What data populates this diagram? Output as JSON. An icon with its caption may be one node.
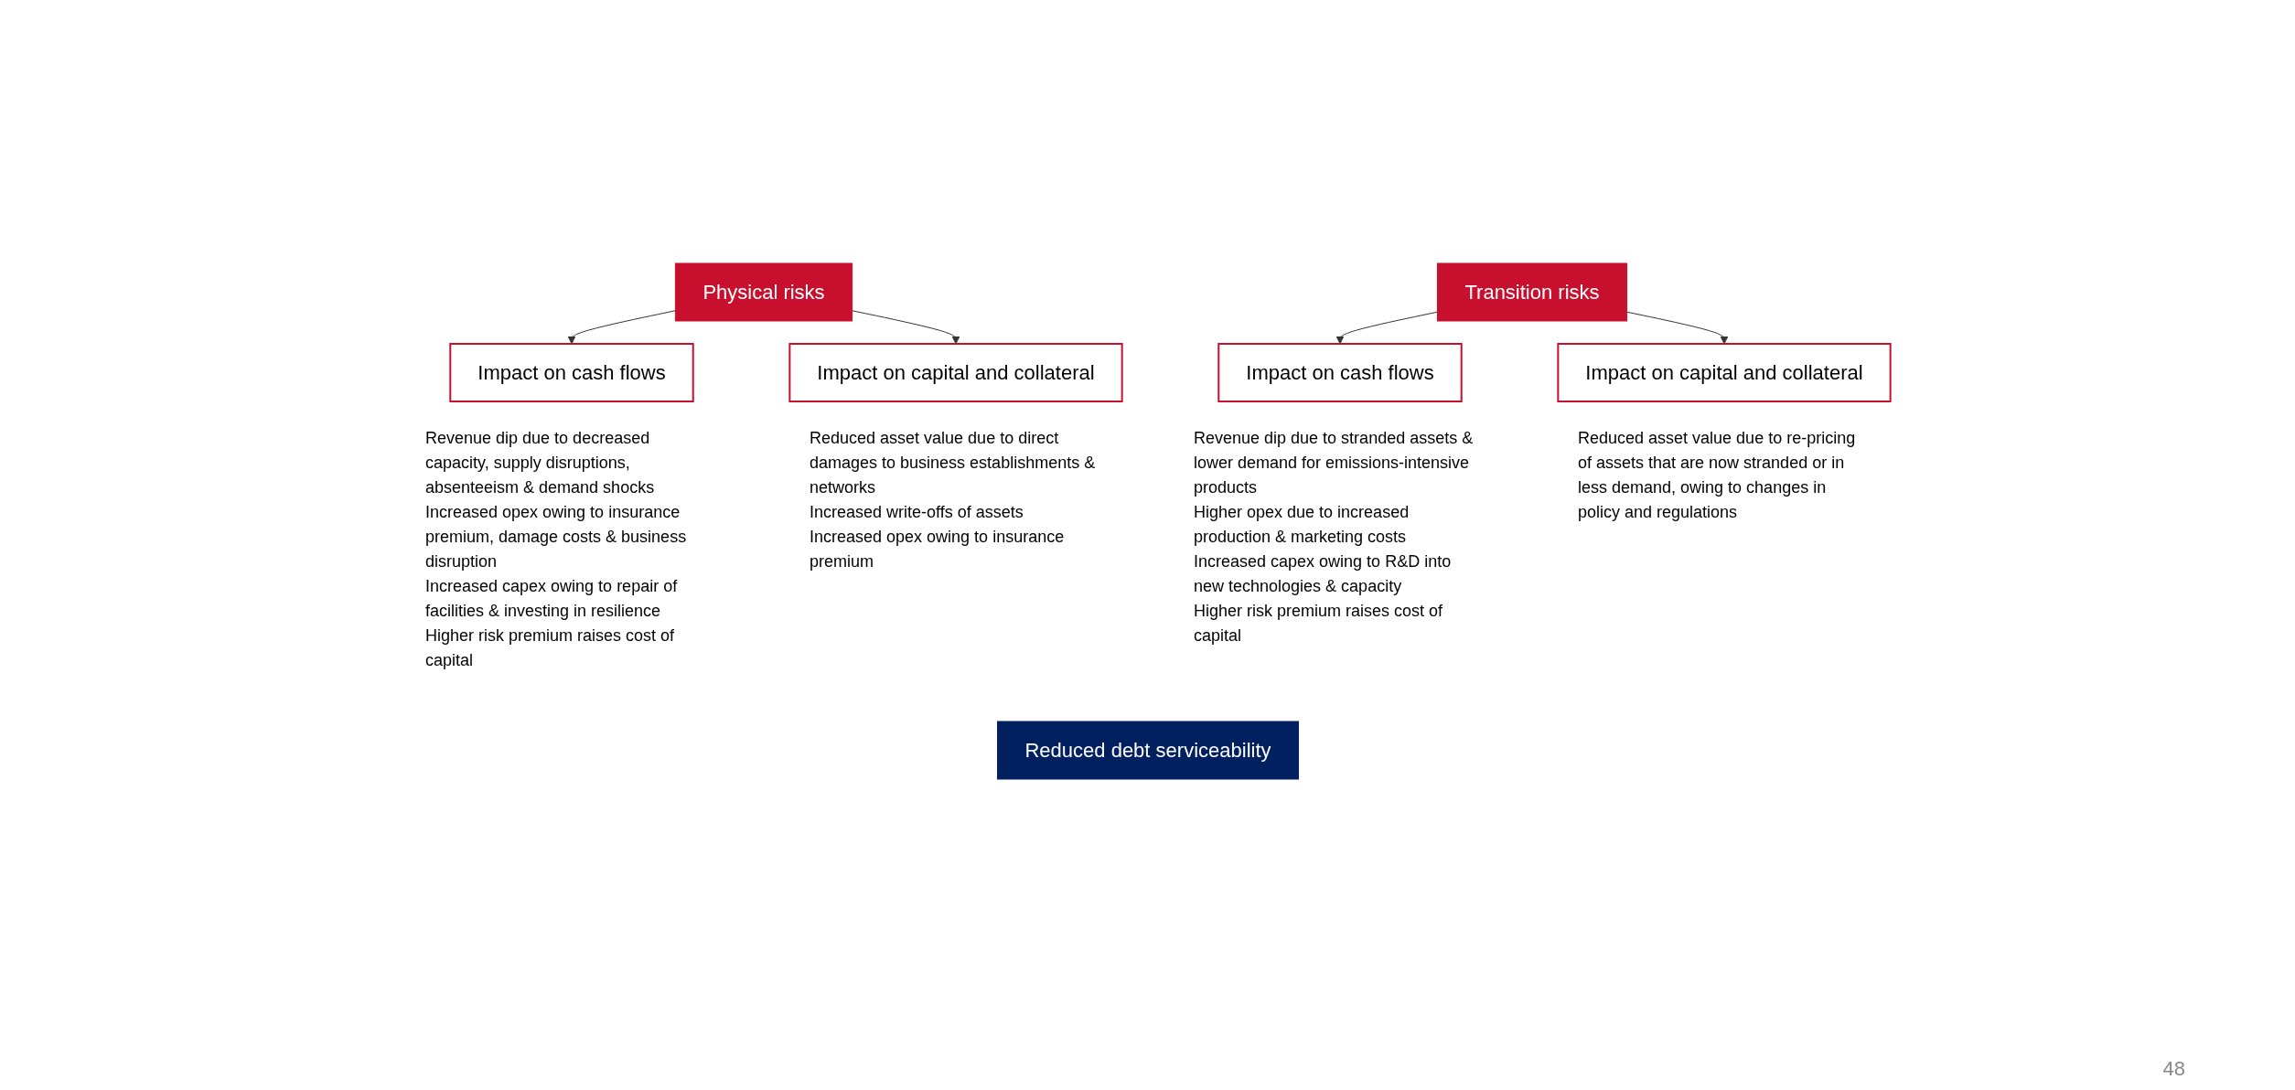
{
  "diagram": {
    "nodes": [
      {
        "text": [
          "Physical risks"
        ]
      },
      {
        "text": [
          "Impact on cash flows"
        ],
        "beside": [
          "Revenue dip due to decreased capacity, supply disruptions, absenteeism & demand shocks",
          "Increased opex owing to insurance premium, damage costs & business disruption",
          "Increased capex owing to repair of facilities & investing in resilience",
          "Higher risk premium raises cost of capital"
        ]
      },
      {
        "text": [
          "Impact on capital and collateral"
        ],
        "beside": [
          "Reduced asset value due to direct damages to business establishments & networks",
          "Increased write-offs of assets",
          "Increased opex owing to insurance premium"
        ]
      },
      {
        "text": [
          "Impact on cash flows"
        ],
        "beside": [
          "Revenue dip due to stranded assets & lower demand for emissions-intensive products",
          "Higher opex due to increased production & marketing costs",
          "Increased capex owing to R&D into new technologies & capacity",
          "Higher risk premium raises cost of capital"
        ]
      },
      {
        "text": [
          "Impact on capital and collateral"
        ],
        "beside": [
          "Reduced asset value due to re-pricing of assets that are now stranded or in less demand, owing to changes in policy and regulations"
        ]
      },
      {
        "text": [
          "Transition risks"
        ]
      },
      {
        "text": [
          "Reduced debt serviceability"
        ]
      }
    ],
    "edges": [
      {
        "from": 0,
        "to": 1,
        "arrow": "to"
      },
      {
        "from": 0,
        "to": 2,
        "arrow": "to"
      },
      {
        "from": 5,
        "to": 3,
        "arrow": "to"
      },
      {
        "from": 5,
        "to": 4,
        "arrow": "to"
      }
    ],
    "labels": [
      "48"
    ]
  }
}
